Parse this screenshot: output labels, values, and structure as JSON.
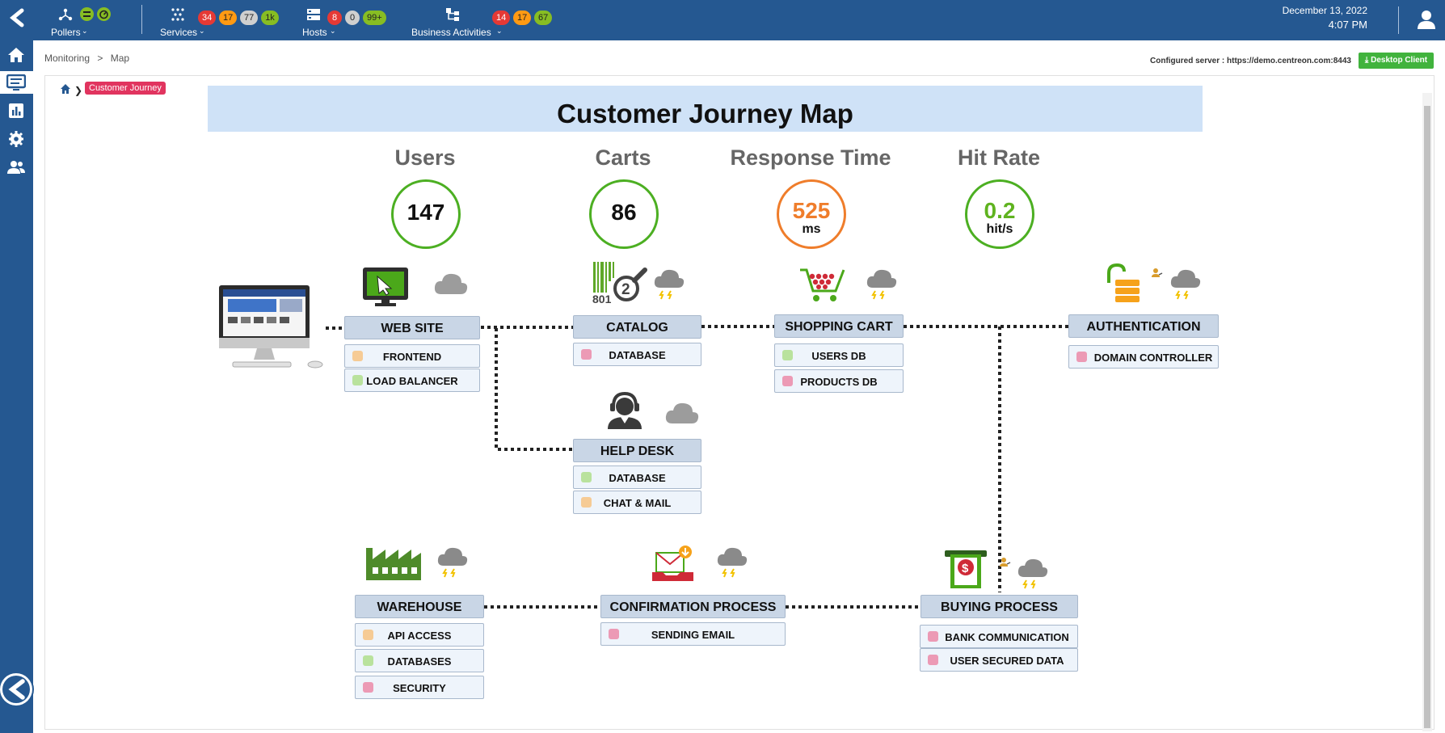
{
  "topbar": {
    "pollers": {
      "label": "Pollers"
    },
    "services": {
      "label": "Services",
      "badges": [
        "34",
        "17",
        "77",
        "1k"
      ]
    },
    "hosts": {
      "label": "Hosts",
      "badges": [
        "8",
        "0",
        "99+"
      ]
    },
    "business": {
      "label": "Business Activities",
      "badges": [
        "14",
        "17",
        "67"
      ]
    },
    "date": "December 13, 2022",
    "time": "4:07 PM"
  },
  "breadcrumb": {
    "root": "Monitoring",
    "sep": ">",
    "page": "Map"
  },
  "server": {
    "text": "Configured server : https://demo.centreon.com:8443",
    "button": "Desktop Client"
  },
  "map": {
    "tag": "Customer Journey",
    "title": "Customer Journey Map",
    "kpis": [
      {
        "title": "Users",
        "value": "147",
        "unit": ""
      },
      {
        "title": "Carts",
        "value": "86",
        "unit": ""
      },
      {
        "title": "Response Time",
        "value": "525",
        "unit": "ms"
      },
      {
        "title": "Hit Rate",
        "value": "0.2",
        "unit": "hit/s"
      }
    ],
    "services": {
      "website": {
        "label": "WEB SITE",
        "subs": [
          "FRONTEND",
          "LOAD BALANCER"
        ]
      },
      "catalog": {
        "label": "CATALOG",
        "subs": [
          "DATABASE"
        ]
      },
      "cart": {
        "label": "SHOPPING CART",
        "subs": [
          "USERS DB",
          "PRODUCTS DB"
        ]
      },
      "auth": {
        "label": "AUTHENTICATION",
        "subs": [
          "DOMAIN CONTROLLER"
        ]
      },
      "helpdesk": {
        "label": "HELP DESK",
        "subs": [
          "DATABASE",
          "CHAT & MAIL"
        ]
      },
      "warehouse": {
        "label": "WAREHOUSE",
        "subs": [
          "API ACCESS",
          "DATABASES",
          "SECURITY"
        ]
      },
      "confirm": {
        "label": "CONFIRMATION PROCESS",
        "subs": [
          "SENDING EMAIL"
        ]
      },
      "buying": {
        "label": "BUYING PROCESS",
        "subs": [
          "BANK COMMUNICATION",
          "USER SECURED DATA"
        ]
      }
    },
    "catalog_barcode": "801"
  },
  "colors": {
    "header": "#255891",
    "ok": "#87bd23",
    "warning": "#ff9a13",
    "critical": "#e53935"
  }
}
